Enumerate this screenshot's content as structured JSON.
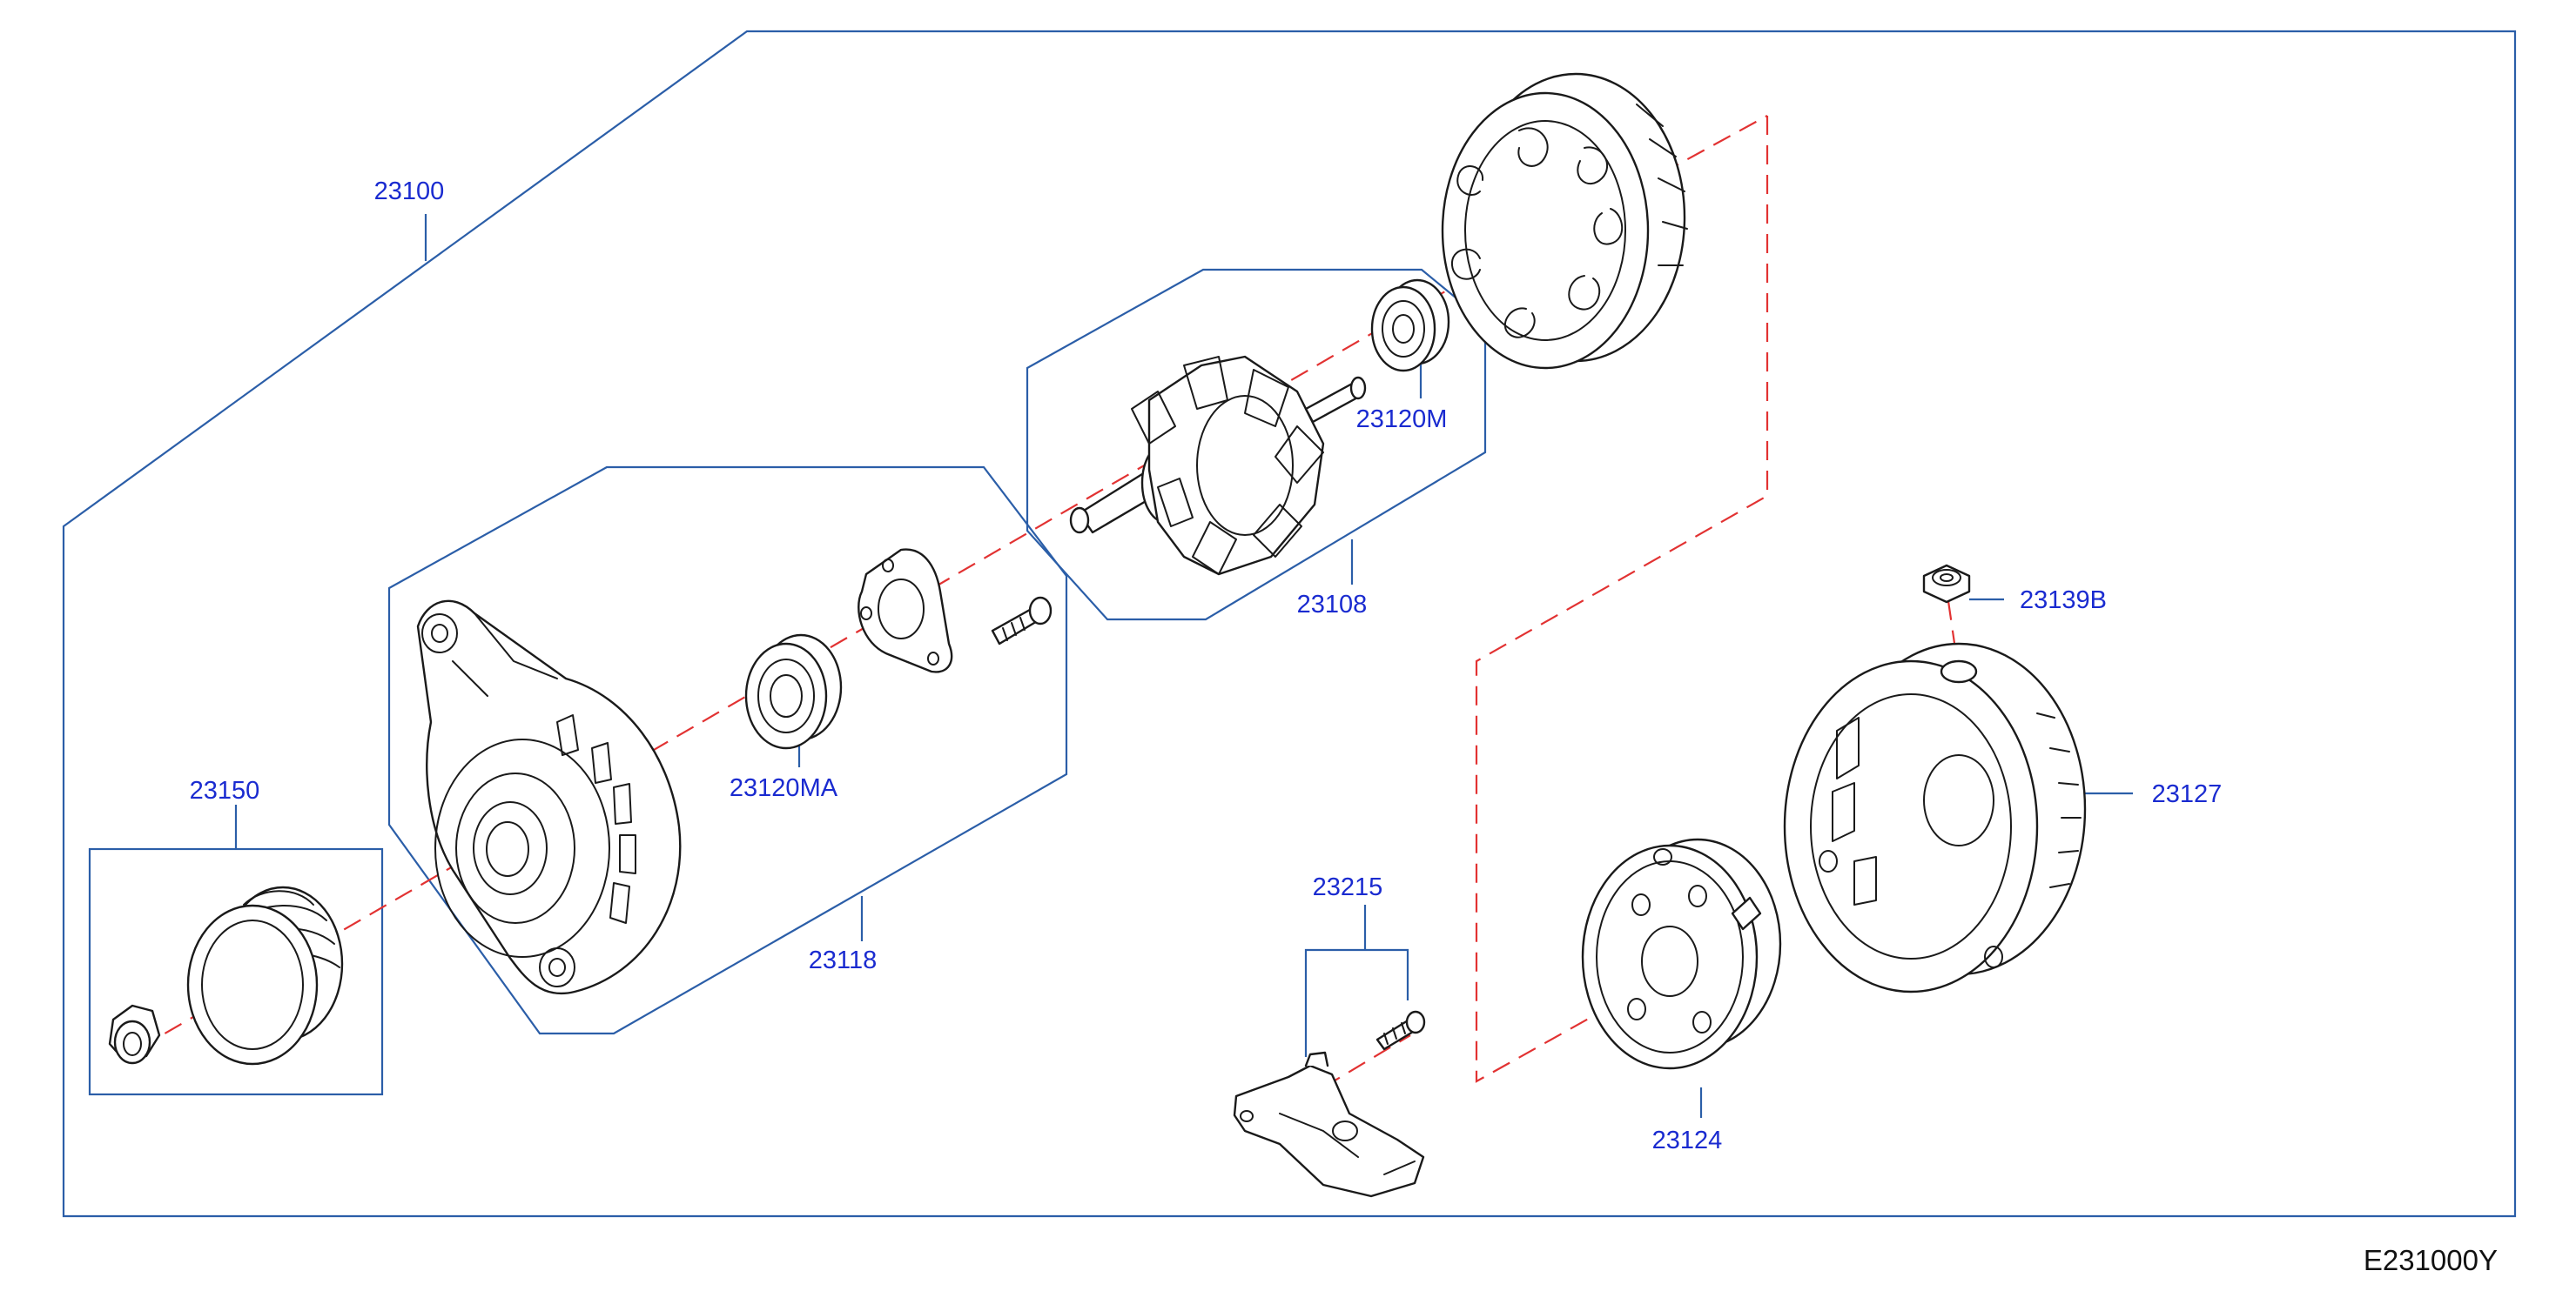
{
  "diagram": {
    "id_code": "E231000Y",
    "callouts": {
      "assembly": "23100",
      "pulley": "23150",
      "front_housing": "23118",
      "front_bearing": "23120MA",
      "rotor": "23108",
      "rear_bearing": "23120M",
      "cover_cap": "23139B",
      "rear_housing": "23127",
      "brush_holder": "23215",
      "rear_plate": "23124"
    },
    "colors": {
      "callout_text": "#1a2bd0",
      "leader_lines": "#2b5ea8",
      "centerline_dashed": "#e23232",
      "part_outline": "#1a1a1a"
    }
  }
}
